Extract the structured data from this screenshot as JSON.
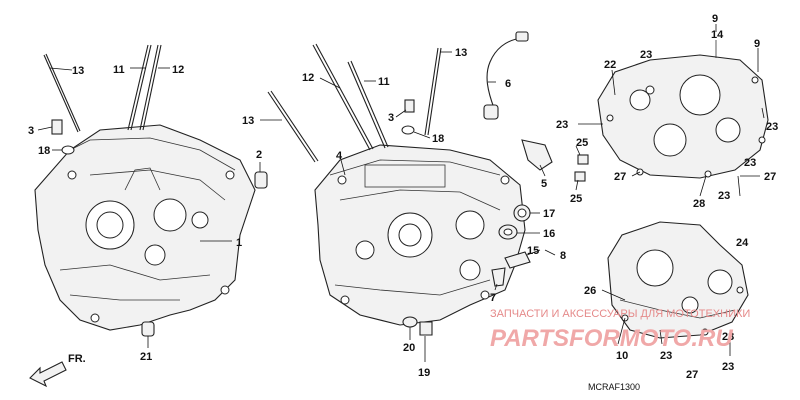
{
  "callouts": {
    "c1": "1",
    "c2": "2",
    "c3a": "3",
    "c3b": "3",
    "c4": "4",
    "c5": "5",
    "c6": "6",
    "c7": "7",
    "c8": "8",
    "c9a": "9",
    "c9b": "9",
    "c10": "10",
    "c11a": "11",
    "c11b": "11",
    "c12a": "12",
    "c12b": "12",
    "c13a": "13",
    "c13b": "13",
    "c13c": "13",
    "c14": "14",
    "c15": "15",
    "c16": "16",
    "c17": "17",
    "c18a": "18",
    "c18b": "18",
    "c19": "19",
    "c20": "20",
    "c21": "21",
    "c22": "22",
    "c23a": "23",
    "c23b": "23",
    "c23c": "23",
    "c23d": "23",
    "c23e": "23",
    "c23f": "23",
    "c23g": "23",
    "c23h": "23",
    "c24": "24",
    "c25a": "25",
    "c25b": "25",
    "c26": "26",
    "c27a": "27",
    "c27b": "27",
    "c27c": "27",
    "c28": "28"
  },
  "orientation_label": "FR.",
  "diagram_code": "MCRAF1300",
  "watermark": {
    "subtitle": "ЗАПЧАСТИ И АКСЕССУАРЫ ДЛЯ МОТОТЕХНИКИ",
    "brand": "PARTSFORMOTO.RU"
  },
  "colors": {
    "line": "#222222",
    "watermark": "#f0a8a8"
  }
}
